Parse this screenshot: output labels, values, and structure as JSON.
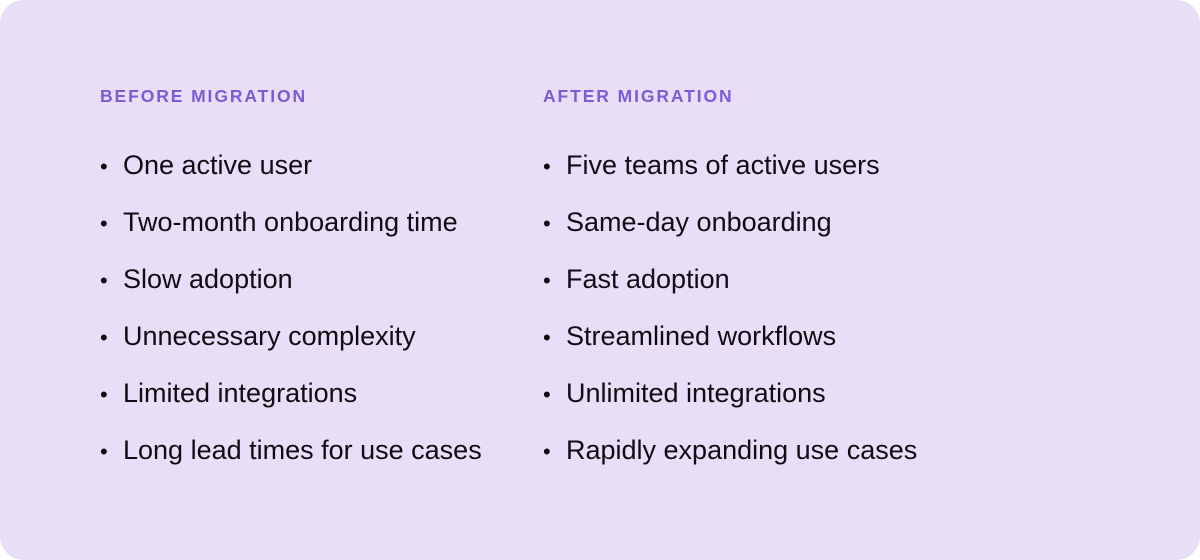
{
  "card": {
    "background_color": "#E9DEF8",
    "corner_radius": "24px"
  },
  "colors": {
    "heading": "#7B5CD6",
    "body_text": "#0D0D12",
    "canvas": "#FFFFFF"
  },
  "columns": [
    {
      "id": "before",
      "heading": "BEFORE MIGRATION",
      "bullet_glyph": "•",
      "items": [
        "One active user",
        "Two-month onboarding time",
        "Slow adoption",
        "Unnecessary complexity",
        "Limited integrations",
        "Long lead times for use cases"
      ]
    },
    {
      "id": "after",
      "heading": "AFTER MIGRATION",
      "bullet_glyph": "•",
      "items": [
        "Five teams of active users",
        "Same-day onboarding",
        "Fast adoption",
        "Streamlined workflows",
        "Unlimited integrations",
        "Rapidly expanding use cases"
      ]
    }
  ]
}
